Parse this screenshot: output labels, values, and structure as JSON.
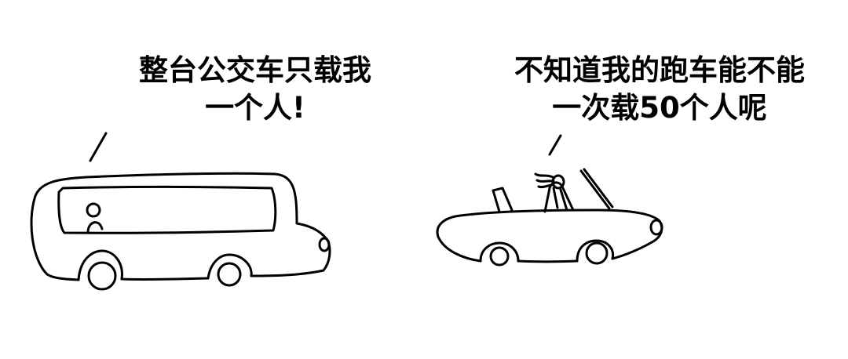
{
  "captions": {
    "left": {
      "lines": [
        "整台公交车只载我",
        "一个人!"
      ]
    },
    "right": {
      "lines": [
        "不知道我的跑车能不能",
        "一次载50个人呢"
      ]
    }
  },
  "illustrations": {
    "left": "bus-with-one-passenger",
    "right": "convertible-sports-car-with-driver"
  },
  "colors": {
    "ink": "#000000",
    "background": "#ffffff"
  }
}
